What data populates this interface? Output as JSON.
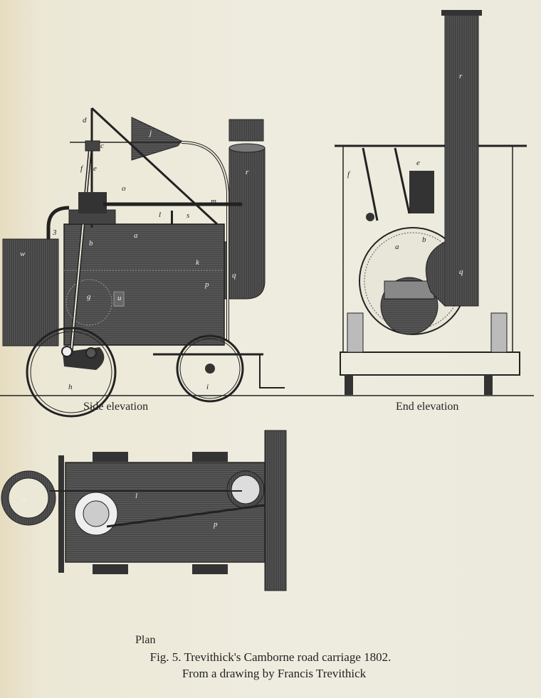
{
  "figure": {
    "side_label": "Side elevation",
    "end_label": "End elevation",
    "plan_label": "Plan",
    "caption_line1": "Fig. 5.  Trevithick's Camborne road carriage 1802.",
    "caption_line2": "From a drawing by Francis Trevithick"
  },
  "part_labels": {
    "a": "a",
    "b": "b",
    "c": "c",
    "d": "d",
    "e": "e",
    "f": "f",
    "g": "g",
    "h": "h",
    "i": "i",
    "j": "j",
    "k": "k",
    "l": "l",
    "m": "m",
    "o": "o",
    "p": "p",
    "q": "q",
    "r": "r",
    "s": "s",
    "u": "u",
    "w": "w",
    "three": "3"
  }
}
